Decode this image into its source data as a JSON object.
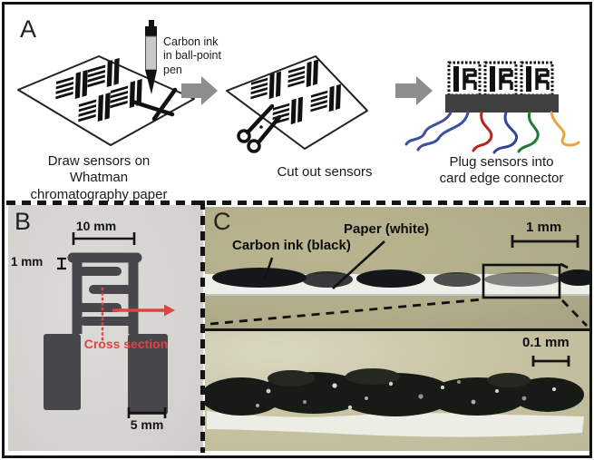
{
  "figure": {
    "panels": {
      "a": {
        "label": "A",
        "pen_note_lines": [
          "Carbon ink",
          "in ball-point",
          "pen"
        ],
        "steps": [
          {
            "caption_lines": [
              "Draw sensors on Whatman",
              "chromatography paper"
            ]
          },
          {
            "caption_lines": [
              "Cut out sensors",
              ""
            ]
          },
          {
            "caption_lines": [
              "Plug sensors into",
              "card edge connector"
            ]
          }
        ]
      },
      "b": {
        "label": "B",
        "scalebar_top": "10 mm",
        "line_width_label": "1 mm",
        "cross_section_label": "Cross section",
        "scalebar_bottom": "5 mm"
      },
      "c": {
        "label": "C",
        "carbon_label": "Carbon ink (black)",
        "paper_label": "Paper (white)",
        "scalebar_top": "1 mm",
        "scalebar_bottom": "0.1 mm"
      }
    },
    "colors": {
      "accent_red": "#e04343",
      "panel_b_bg": "#d6d4d1",
      "panel_c_top_bg": "#b1ac8a",
      "panel_c_bottom_bg": "#c7c3a2",
      "ink_dark": "#47474b",
      "connector_gray": "#3f3f3f",
      "arrow_gray": "#8d8d8d",
      "wire_blue": "#3d4fa1",
      "wire_red": "#b3271e",
      "wire_green": "#1f7a38",
      "wire_orange": "#e9a43c"
    }
  }
}
